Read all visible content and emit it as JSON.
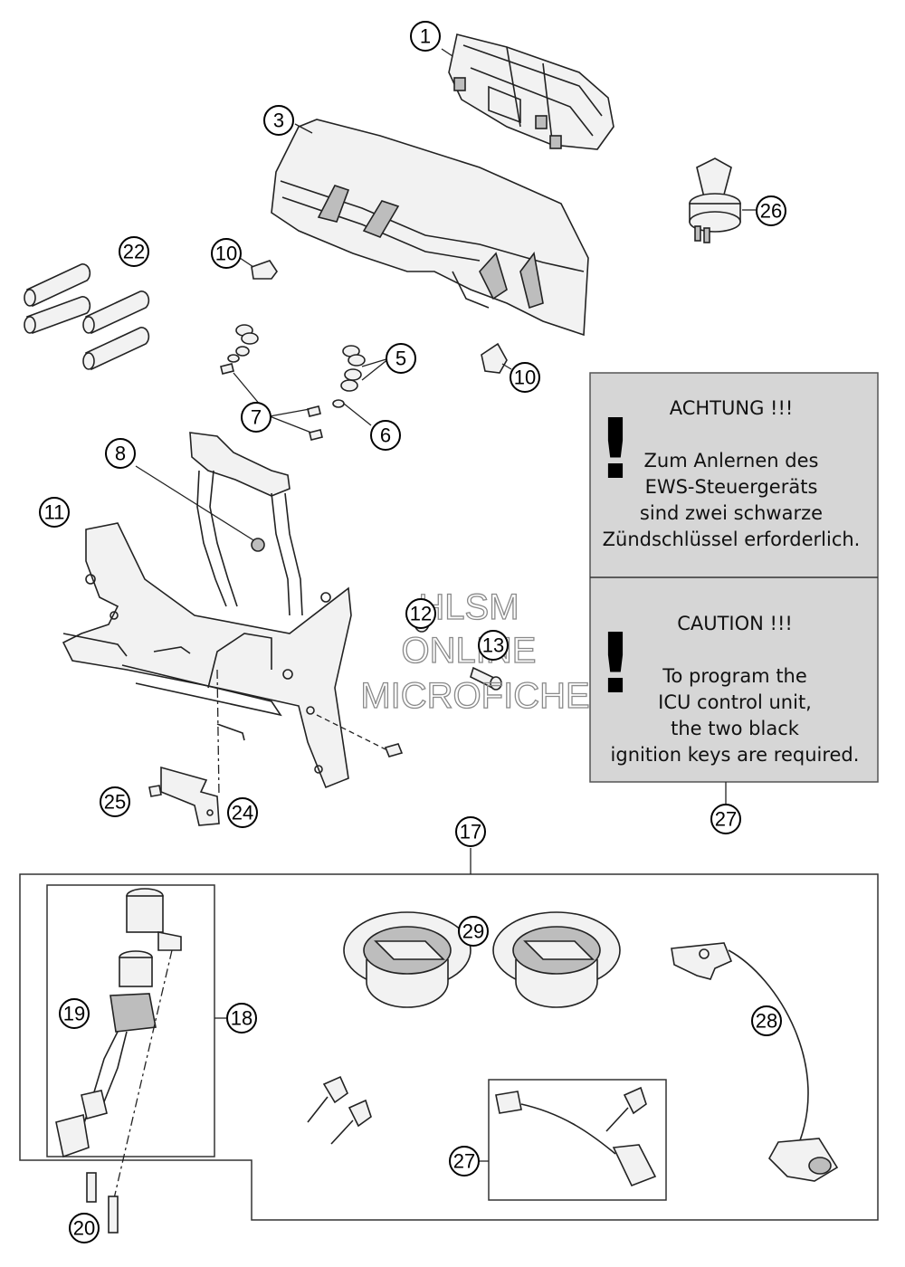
{
  "callouts": [
    "1",
    "3",
    "26",
    "22",
    "10",
    "10",
    "5",
    "7",
    "6",
    "8",
    "11",
    "12",
    "13",
    "25",
    "24",
    "27",
    "17",
    "29",
    "28",
    "19",
    "18",
    "20",
    "27"
  ],
  "notice_de": {
    "title": "ACHTUNG !!!",
    "lines": [
      "Zum Anlernen des",
      "EWS-Steuergeräts",
      "sind zwei schwarze",
      "Zündschlüssel erforderlich."
    ]
  },
  "notice_en": {
    "title": "CAUTION !!!",
    "lines": [
      "To program the",
      "ICU control unit,",
      "the two black",
      "ignition keys are required."
    ]
  },
  "exclamation": "!",
  "watermark": [
    "HLSM",
    "ONLINE",
    "MICROFICHE"
  ]
}
